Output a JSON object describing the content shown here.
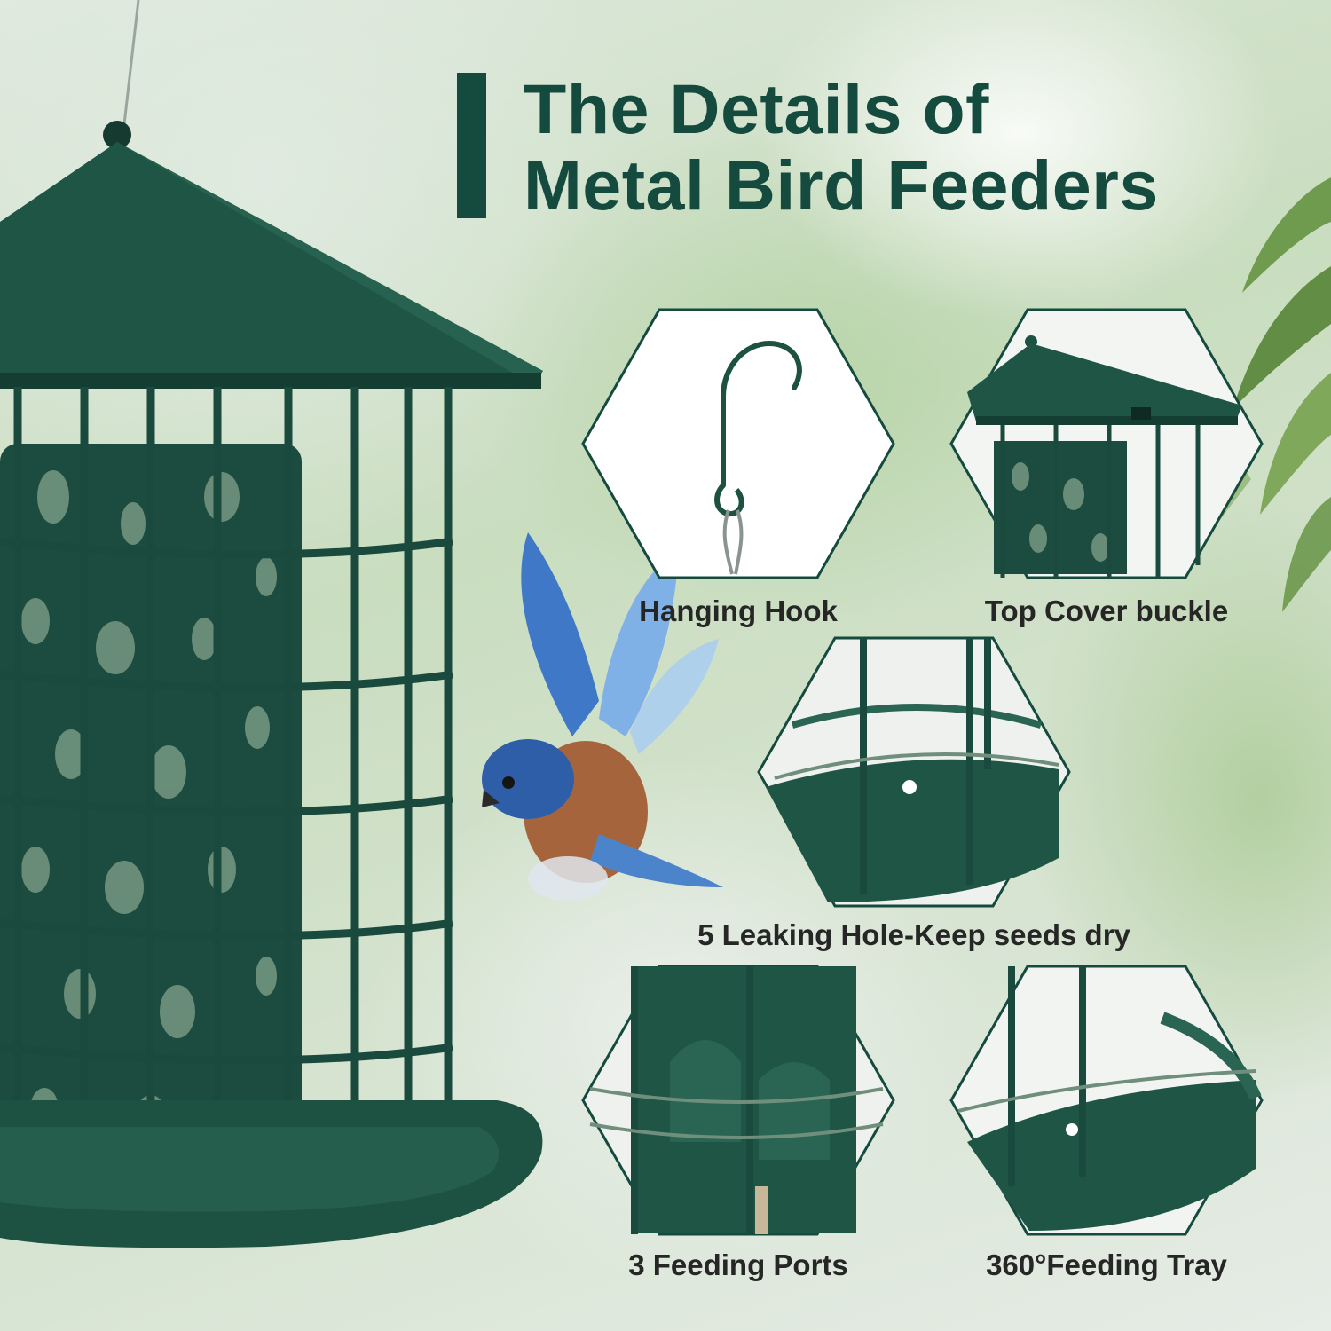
{
  "title": {
    "line1": "The Details of",
    "line2": "Metal Bird Feeders"
  },
  "details": [
    {
      "label": "Hanging Hook"
    },
    {
      "label": "Top Cover buckle"
    },
    {
      "label": "5 Leaking Hole-Keep seeds dry"
    },
    {
      "label": "3 Feeding Ports"
    },
    {
      "label": "360°Feeding Tray"
    }
  ],
  "colors": {
    "brand_green": "#154a3e",
    "metal_green": "#1f4f3f",
    "label_text": "#262626"
  },
  "icons": [
    "hanging-hook-icon",
    "top-cover-icon",
    "leaking-hole-icon",
    "feeding-port-icon",
    "feeding-tray-icon"
  ]
}
